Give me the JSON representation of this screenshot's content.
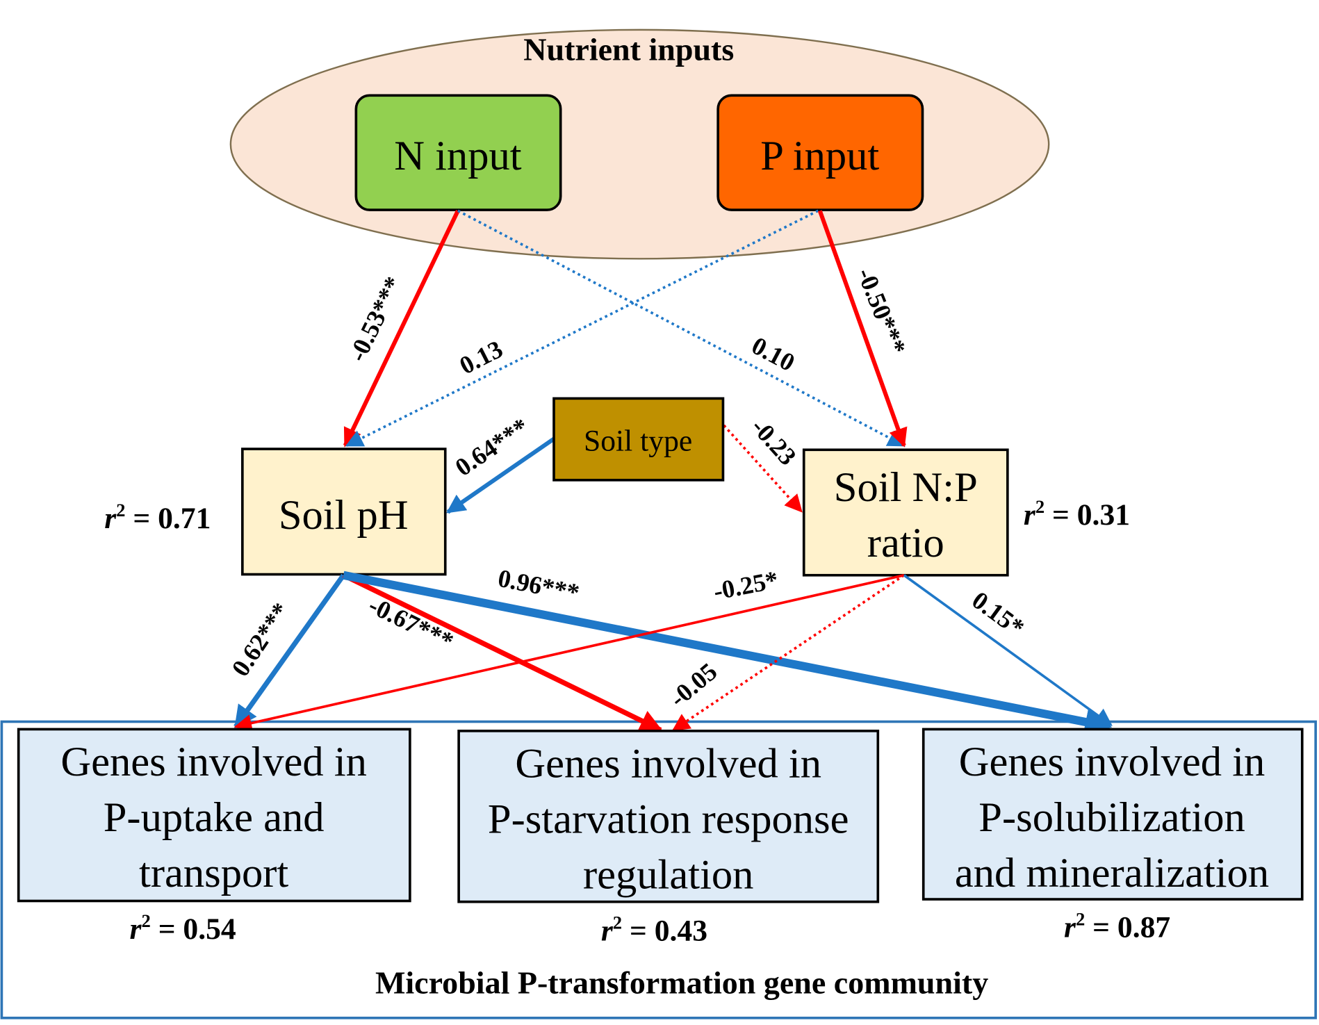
{
  "nutrient_inputs": {
    "label": "Nutrient inputs",
    "fill": "#FBE5D6"
  },
  "nodes": {
    "n_input": {
      "label": "N input",
      "fill": "#92D050"
    },
    "p_input": {
      "label": "P input",
      "fill": "#FF6600"
    },
    "soil_type": {
      "label": "Soil type",
      "fill": "#BF9000"
    },
    "soil_ph": {
      "label": "Soil pH",
      "fill": "#FFF2CC",
      "r2_prefix": "r",
      "r2_exp": "2",
      "r2_value": " = 0.71"
    },
    "soil_np": {
      "lines": [
        "Soil N:P",
        "ratio"
      ],
      "fill": "#FFF2CC",
      "r2_prefix": "r",
      "r2_exp": "2",
      "r2_value": " = 0.31"
    },
    "genes_uptake": {
      "lines": [
        "Genes involved in",
        "P-uptake and",
        "transport"
      ],
      "fill": "#DEEBF7",
      "r2_prefix": "r",
      "r2_exp": "2",
      "r2_value": " = 0.54"
    },
    "genes_starvation": {
      "lines": [
        "Genes involved in",
        "P-starvation response",
        "regulation"
      ],
      "fill": "#DEEBF7",
      "r2_prefix": "r",
      "r2_exp": "2",
      "r2_value": " = 0.43"
    },
    "genes_solub": {
      "lines": [
        "Genes involved in",
        "P-solubilization",
        "and mineralization"
      ],
      "fill": "#DEEBF7",
      "r2_prefix": "r",
      "r2_exp": "2",
      "r2_value": " = 0.87"
    }
  },
  "community": {
    "label": "Microbial P-transformation gene community",
    "border": "#2E75B6"
  },
  "paths": [
    {
      "from": "n_input",
      "to": "soil_ph",
      "coef": "-0.53***",
      "sign": "negative",
      "significant": true,
      "weight": "medium"
    },
    {
      "from": "n_input",
      "to": "soil_np",
      "coef": "0.10",
      "sign": "positive",
      "significant": false,
      "weight": "thin"
    },
    {
      "from": "p_input",
      "to": "soil_ph",
      "coef": "0.13",
      "sign": "positive",
      "significant": false,
      "weight": "thin"
    },
    {
      "from": "p_input",
      "to": "soil_np",
      "coef": "-0.50***",
      "sign": "negative",
      "significant": true,
      "weight": "medium"
    },
    {
      "from": "soil_type",
      "to": "soil_ph",
      "coef": "0.64***",
      "sign": "positive",
      "significant": true,
      "weight": "medium"
    },
    {
      "from": "soil_type",
      "to": "soil_np",
      "coef": "-0.23",
      "sign": "negative",
      "significant": false,
      "weight": "thin"
    },
    {
      "from": "soil_ph",
      "to": "genes_uptake",
      "coef": "0.62***",
      "sign": "positive",
      "significant": true,
      "weight": "medium"
    },
    {
      "from": "soil_ph",
      "to": "genes_starvation",
      "coef": "-0.67***",
      "sign": "negative",
      "significant": true,
      "weight": "medium"
    },
    {
      "from": "soil_ph",
      "to": "genes_solub",
      "coef": "0.96***",
      "sign": "positive",
      "significant": true,
      "weight": "thick"
    },
    {
      "from": "soil_np",
      "to": "genes_uptake",
      "coef": "-0.25*",
      "sign": "negative",
      "significant": true,
      "weight": "thin"
    },
    {
      "from": "soil_np",
      "to": "genes_starvation",
      "coef": "-0.05",
      "sign": "negative",
      "significant": false,
      "weight": "thin"
    },
    {
      "from": "soil_np",
      "to": "genes_solub",
      "coef": "0.15*",
      "sign": "positive",
      "significant": true,
      "weight": "thin"
    }
  ],
  "colors": {
    "positive": "#1F78C8",
    "negative": "#FF0000",
    "text": "#000000"
  }
}
